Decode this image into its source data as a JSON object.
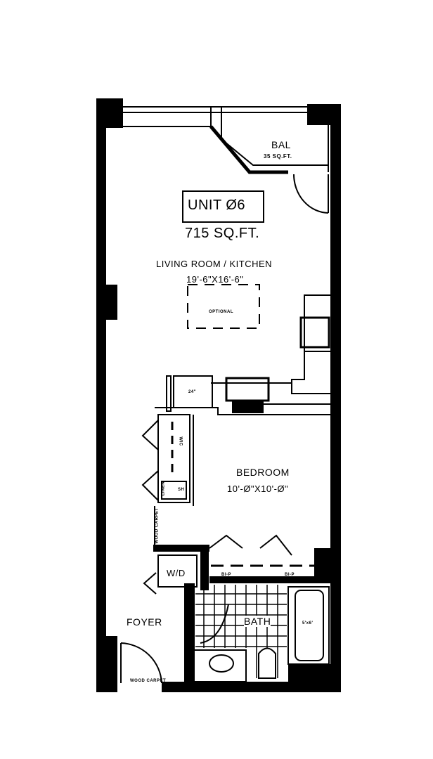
{
  "unit": {
    "name": "UNIT Ø6",
    "area": "715 SQ.FT."
  },
  "balcony": {
    "label": "BAL",
    "area": "35 SQ.FT."
  },
  "living": {
    "label": "LIVING ROOM / KITCHEN",
    "dims": "19'-6\"X16'-6\"",
    "optional": "OPTIONAL"
  },
  "bedroom": {
    "label": "BEDROOM",
    "dims": "10'-Ø\"X10'-Ø\""
  },
  "bath": {
    "label": "BATH",
    "tub": "5'x6'"
  },
  "foyer": {
    "label": "FOYER"
  },
  "laundry": {
    "label": "W/D"
  },
  "small_labels": {
    "dishwasher": "24\"",
    "wic": "WIC",
    "linen": "LINEN",
    "sh": "SH",
    "wood_carpet": "WOOD CARPET",
    "closet_left": "BI-P",
    "closet_right": "BI-P",
    "entry": "WOOD CARPET"
  }
}
